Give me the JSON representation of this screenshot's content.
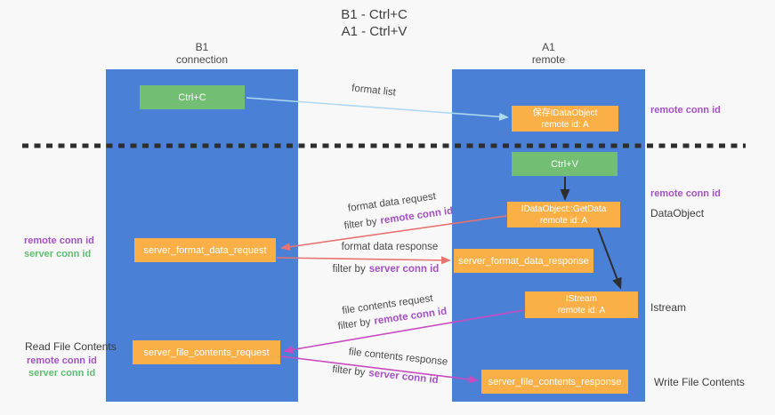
{
  "title": {
    "line1": "B1 - Ctrl+C",
    "line2": "A1 - Ctrl+V"
  },
  "lanes": {
    "left": {
      "name": "B1",
      "role": "connection"
    },
    "right": {
      "name": "A1",
      "role": "remote"
    }
  },
  "boxes": {
    "ctrl_c": {
      "label": "Ctrl+C"
    },
    "ctrl_v": {
      "label": "Ctrl+V"
    },
    "save_idataobject": {
      "line1": "保存IDataObject",
      "line2": "remote id: A"
    },
    "idataobject_getdata": {
      "line1": "IDataObject::GetData",
      "line2": "remote id: A"
    },
    "istream": {
      "line1": "IStream",
      "line2": "remote id: A"
    },
    "server_format_data_request": {
      "label": "server_format_data_request"
    },
    "server_format_data_response": {
      "label": "server_format_data_response"
    },
    "server_file_contents_request": {
      "label": "server_file_contents_request"
    },
    "server_file_contents_response": {
      "label": "server_file_contents_response"
    }
  },
  "edge_labels": {
    "format_list": "format list",
    "format_data_request": {
      "title": "format data request",
      "filter_prefix": "filter by",
      "filter_value": "remote conn id"
    },
    "format_data_response": {
      "title": "format data response",
      "filter_prefix": "filter by",
      "filter_value": "server conn id"
    },
    "file_contents_request": {
      "title": "file contents request",
      "filter_prefix": "filter by",
      "filter_value": "remote conn id"
    },
    "file_contents_response": {
      "title": "file contents response",
      "filter_prefix": "filter by",
      "filter_value": "server conn id"
    }
  },
  "side_labels": {
    "right_remote_conn_id_top": "remote conn id",
    "right_remote_conn_id_mid": "remote conn id",
    "right_dataobject": "DataObject",
    "right_istream": "Istream",
    "right_write_file_contents": "Write File Contents",
    "left_remote_conn_id_top": "remote conn id",
    "left_server_conn_id_top": "server conn id",
    "left_read_file_contents": "Read File Contents",
    "left_remote_conn_id_bottom": "remote conn id",
    "left_server_conn_id_bottom": "server conn id"
  },
  "colors": {
    "lane_blue": "#4a80d6",
    "box_green": "#72bf74",
    "box_orange": "#fbaf47",
    "arrow_blue": "#aed9f2",
    "arrow_red": "#e8736f",
    "arrow_magenta": "#cb4ac0",
    "arrow_black": "#2e2e2e",
    "label_purple": "#a650c8",
    "label_green": "#5fbe70",
    "text_dark": "#3c3c3c"
  }
}
